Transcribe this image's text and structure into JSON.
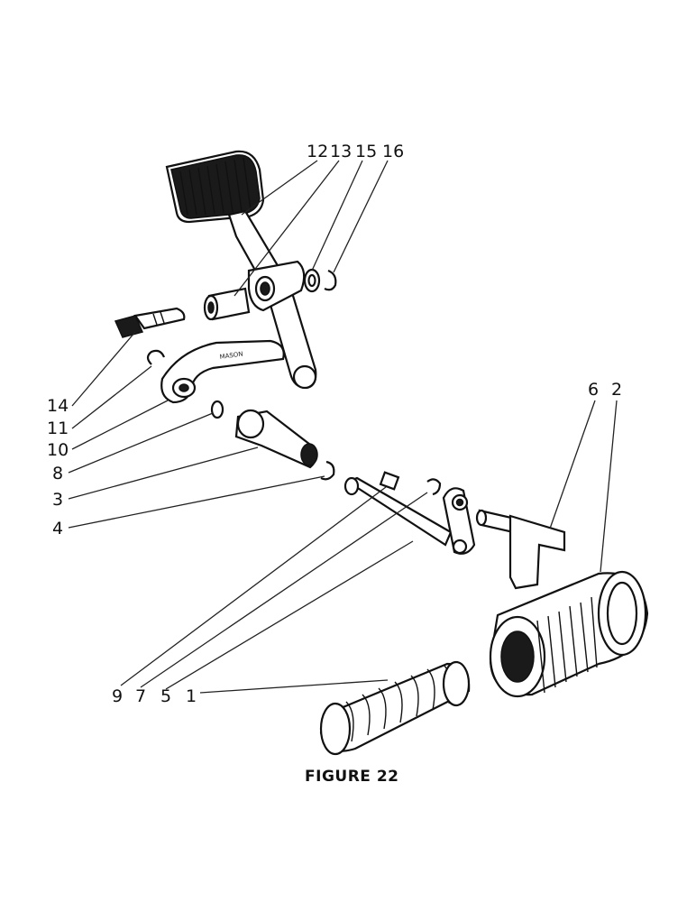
{
  "callouts": [
    {
      "key": "12",
      "label": "12"
    },
    {
      "key": "13",
      "label": "13"
    },
    {
      "key": "15",
      "label": "15"
    },
    {
      "key": "16",
      "label": "16"
    },
    {
      "key": "14",
      "label": "14"
    },
    {
      "key": "11",
      "label": "11"
    },
    {
      "key": "10",
      "label": "10"
    },
    {
      "key": "8",
      "label": "8"
    },
    {
      "key": "3",
      "label": "3"
    },
    {
      "key": "4",
      "label": "4"
    },
    {
      "key": "6",
      "label": "6"
    },
    {
      "key": "2",
      "label": "2"
    },
    {
      "key": "9",
      "label": "9"
    },
    {
      "key": "7",
      "label": "7"
    },
    {
      "key": "5",
      "label": "5"
    },
    {
      "key": "1",
      "label": "1"
    }
  ],
  "caption": "FIGURE 22",
  "pedal_marking": "MASON"
}
